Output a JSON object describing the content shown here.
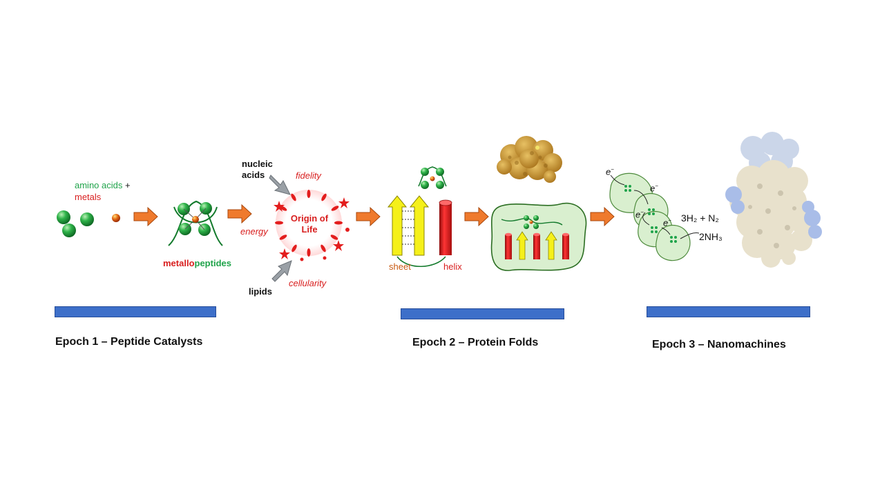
{
  "epoch1": {
    "title": "Epoch 1 – Peptide Catalysts",
    "inputs_line1": "amino acids",
    "inputs_plus": "+",
    "inputs_line2": "metals",
    "product_prefix": "metallo",
    "product_suffix": "peptides"
  },
  "origin": {
    "center_line1": "Origin of",
    "center_line2": "Life",
    "input_top": "nucleic acids",
    "input_top_line1": "nucleic",
    "input_top_line2": "acids",
    "input_bottom": "lipids",
    "property_fidelity": "fidelity",
    "property_energy": "energy",
    "property_cellularity": "cellularity"
  },
  "epoch2": {
    "title": "Epoch 2 – Protein Folds",
    "sheet_label": "sheet",
    "helix_label": "helix"
  },
  "epoch3": {
    "title": "Epoch 3 – Nanomachines",
    "electron": "e",
    "electron_sup": "−",
    "reactant_text": "3H₂ + N₂",
    "product_text": "2NH₃"
  },
  "colors": {
    "green": "#1fa34a",
    "red": "#d81e1e",
    "yellow": "#f5f01a",
    "arrow_orange": "#ef7a2d",
    "arrow_gray": "#9aa0a6",
    "bar_blue": "#3d6fc9",
    "protein_tan": "#c9962e",
    "cell_green": "#d9efcf"
  }
}
